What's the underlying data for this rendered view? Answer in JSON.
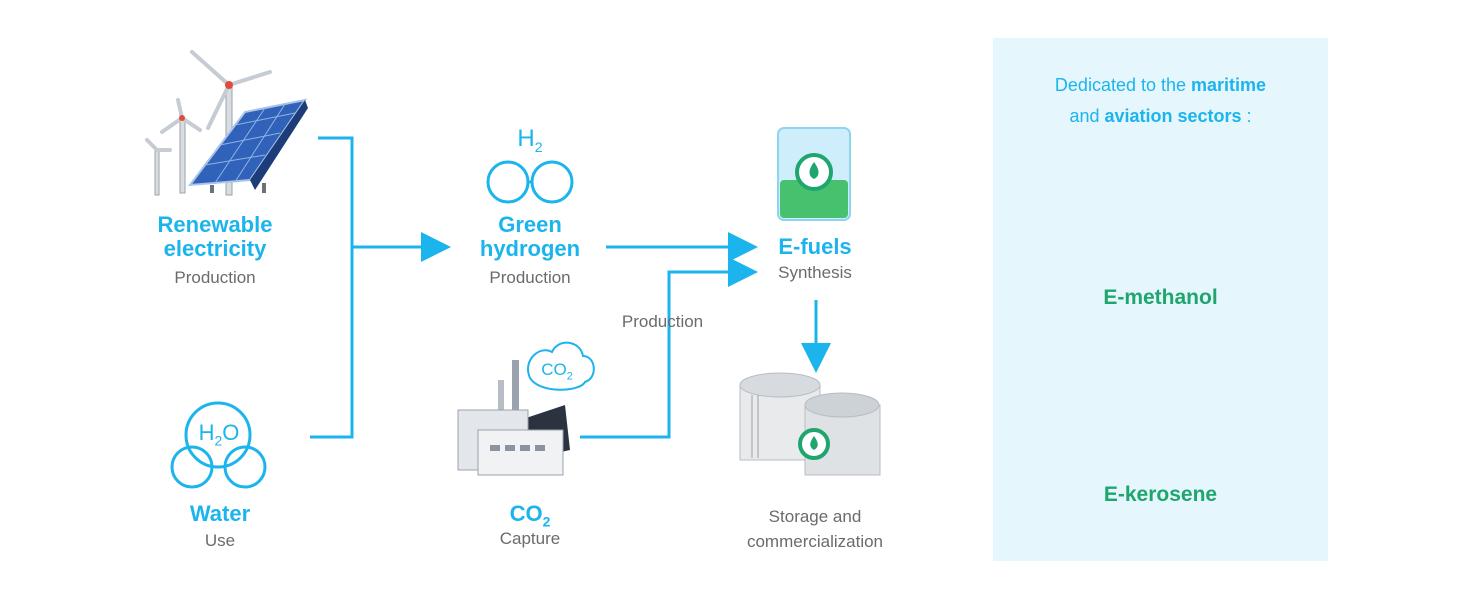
{
  "nodes": {
    "renewable": {
      "title_line1": "Renewable",
      "title_line2": "electricity",
      "sub": "Production"
    },
    "water": {
      "title": "Water",
      "sub": "Use"
    },
    "hydrogen": {
      "formula": "H",
      "formula_sub": "2",
      "title_line1": "Green",
      "title_line2": "hydrogen",
      "sub": "Production"
    },
    "co2": {
      "title": "CO",
      "title_sub": "2",
      "sub": "Capture",
      "cloud_label": "CO",
      "cloud_sub": "2"
    },
    "efuels": {
      "title": "E-fuels",
      "sub": "Synthesis"
    },
    "storage": {
      "line1": "Storage and",
      "line2": "commercialization"
    },
    "water_icon": {
      "label": "H",
      "label_sub": "2",
      "label_end": "O"
    }
  },
  "edge_labels": {
    "production": "Production"
  },
  "panel": {
    "intro_1": "Dedicated to the ",
    "intro_bold_1": "maritime",
    "intro_2": "and ",
    "intro_bold_2": "aviation sectors",
    "intro_3": " :",
    "product_1": "E-methanol",
    "product_2": "E-kerosene"
  },
  "colors": {
    "accent": "#1cb4ec",
    "green": "#1fa56e",
    "gray_text": "#6b6b6b",
    "panel_bg": "#e6f6fd"
  }
}
